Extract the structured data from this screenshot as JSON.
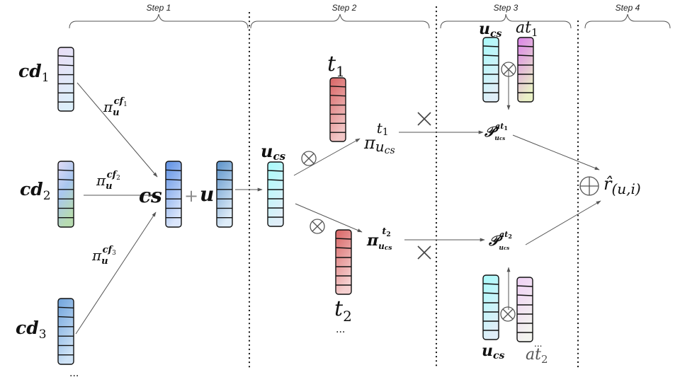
{
  "steps": [
    {
      "label": "Step 1"
    },
    {
      "label": "Step 2"
    },
    {
      "label": "Step 3"
    },
    {
      "label": "Step 4"
    }
  ],
  "vectors": {
    "cd1": {
      "name": "cd",
      "sub": "1",
      "colors": [
        "#e9dcf5",
        "#dceefa"
      ]
    },
    "cd2": {
      "name": "cd",
      "sub": "2",
      "colors": [
        "#e2dcf7",
        "#a9c7ef",
        "#b7dbb0"
      ]
    },
    "cd3": {
      "name": "cd",
      "sub": "3",
      "colors": [
        "#6fa3dc",
        "#cfe3f6"
      ]
    },
    "cs": {
      "name": "cs",
      "colors": [
        "#5c8fe4",
        "#dbe6fb"
      ]
    },
    "u": {
      "name": "u",
      "colors": [
        "#5a91c9",
        "#deecf8"
      ]
    },
    "ucs_main": {
      "name": "u",
      "sub": "cs",
      "colors": [
        "#a8fbfb",
        "#e0eef8"
      ]
    },
    "t1": {
      "name": "t",
      "sub": "1",
      "colors": [
        "#d86464",
        "#f2c6c6"
      ]
    },
    "t2": {
      "name": "t",
      "sub": "2",
      "colors": [
        "#d86464",
        "#f5d0d0"
      ]
    },
    "ucs_top": {
      "name": "u",
      "sub": "cs",
      "colors": [
        "#a8fbfb",
        "#e0eef8"
      ]
    },
    "at1": {
      "name": "at",
      "sub": "1",
      "colors": [
        "#dc82ea",
        "#e9f0c6"
      ]
    },
    "ucs_bottom": {
      "name": "u",
      "sub": "cs",
      "colors": [
        "#a8fbfb",
        "#e0eef8"
      ]
    },
    "at2": {
      "name": "at",
      "sub": "2",
      "colors": [
        "#f0d0f6",
        "#f3f4ef"
      ]
    }
  },
  "labels": {
    "pi_cf1": {
      "base": "π",
      "sub": "u",
      "sup": "cf",
      "sup_sub": "1"
    },
    "pi_cf2": {
      "base": "π",
      "sub": "u",
      "sup": "cf",
      "sup_sub": "2"
    },
    "pi_cf3": {
      "base": "π",
      "sub": "u",
      "sup": "cf",
      "sup_sub": "3"
    },
    "plus": "+",
    "pi_t1": {
      "base": "π",
      "sub": "u",
      "sub_sub": "cs",
      "sup": "t",
      "sup_sub": "1"
    },
    "pi_t2": {
      "base": "π",
      "sub": "u",
      "sub_sub": "cs",
      "sup": "t",
      "sup_sub": "2"
    },
    "P_at1": {
      "base": "𝒫",
      "sub": "u",
      "sub_sub": "cs",
      "sup": "at",
      "sup_sub": "1"
    },
    "P_at2": {
      "base": "𝒫",
      "sub": "u",
      "sub_sub": "cs",
      "sup": "at",
      "sup_sub": "2"
    },
    "r_hat": {
      "base": "r̂",
      "sub": "(u,i)"
    },
    "times": "×",
    "ellipsis": "..."
  },
  "operators": {
    "otimes": "⊗",
    "oplus": "⊕"
  }
}
